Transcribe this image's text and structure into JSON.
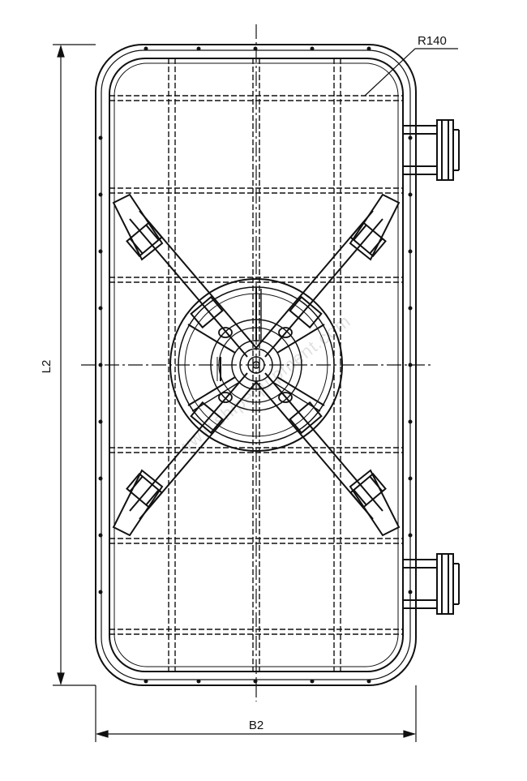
{
  "labels": {
    "radius": "R140",
    "length": "L2",
    "width": "B2"
  },
  "watermark": "www.shipequipment.com",
  "colors": {
    "line": "#111111",
    "background": "#ffffff"
  }
}
